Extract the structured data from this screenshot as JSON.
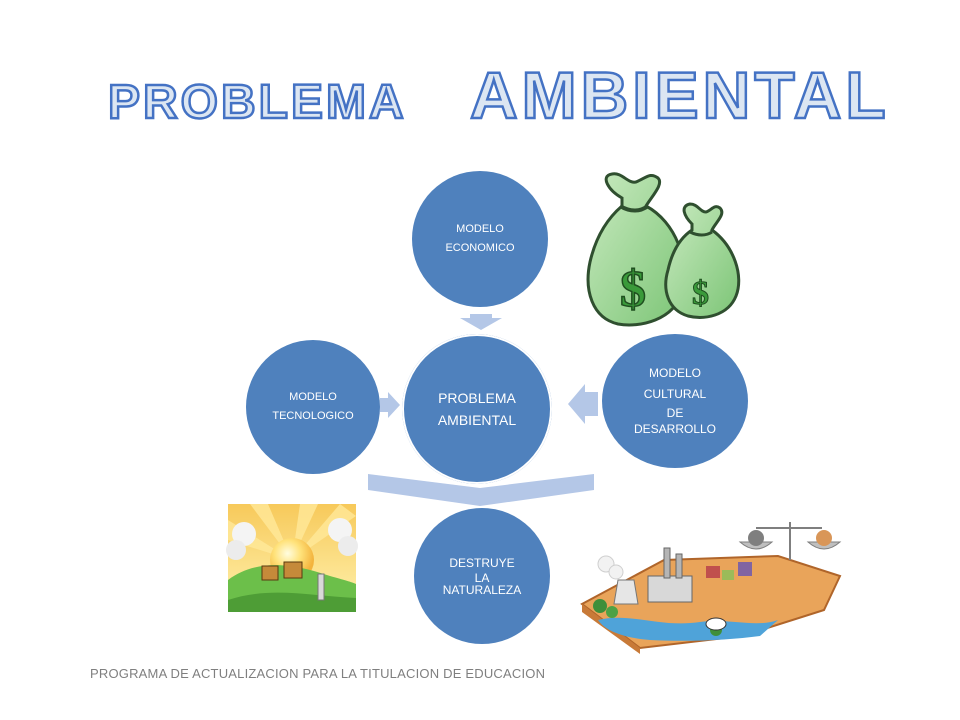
{
  "title": {
    "word1": "PROBLEMA",
    "word2": "AMBIENTAL"
  },
  "nodes": {
    "center": {
      "line1": "PROBLEMA",
      "line2": "AMBIENTAL"
    },
    "economic": {
      "line1": "MODELO",
      "line2": "ECONOMICO"
    },
    "technological": {
      "line1": "MODELO",
      "line2": "TECNOLOGICO"
    },
    "cultural": {
      "line1": "MODELO",
      "line2": "CULTURAL",
      "line3": "DE",
      "line4": "DESARROLLO"
    },
    "destroys": {
      "line1": "DESTRUYE",
      "line2": "LA",
      "line3": "NATURALEZA"
    }
  },
  "money_bag_symbol": "$",
  "footer": "PROGRAMA DE ACTUALIZACION PARA LA TITULACION DE EDUCACION",
  "colors": {
    "node": "#4f81bd",
    "arrow": "#b4c7e7",
    "title_stroke": "#4472c4",
    "title_fill": "#dce6f2"
  }
}
